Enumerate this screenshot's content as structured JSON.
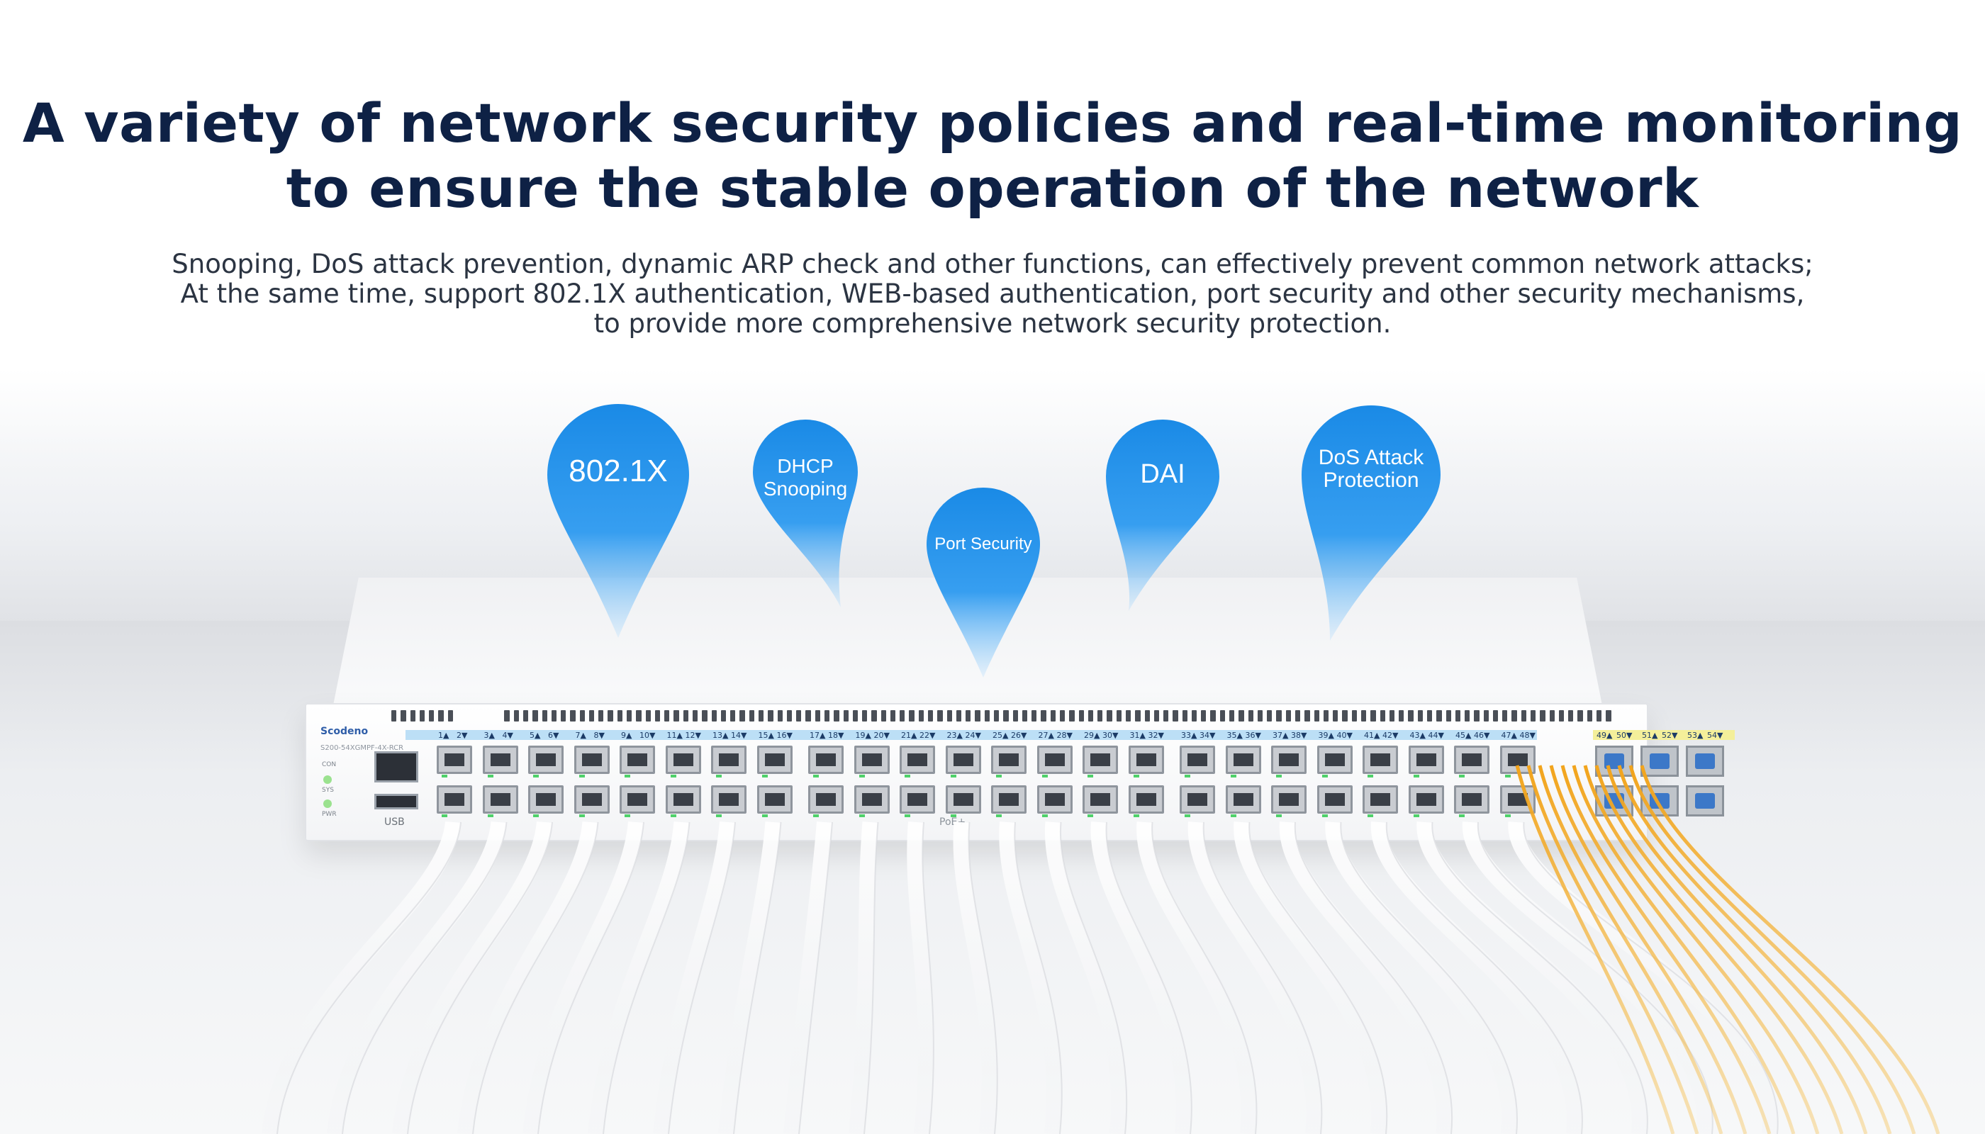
{
  "headline": {
    "line1": "A variety of network security policies and real-time monitoring",
    "line2": "to ensure the stable operation of the network"
  },
  "subtext": {
    "line1": "Snooping, DoS attack prevention, dynamic ARP check and other functions, can effectively prevent common network attacks;",
    "line2": "At the same time, support 802.1X authentication, WEB-based authentication, port security and other security mechanisms,",
    "line3": "to provide more comprehensive network security protection."
  },
  "features": [
    {
      "label": "802.1X"
    },
    {
      "label_line1": "DHCP",
      "label_line2": "Snooping"
    },
    {
      "label": "Port Security"
    },
    {
      "label": "DAI"
    },
    {
      "label_line1": "DoS Attack",
      "label_line2": "Protection"
    }
  ],
  "device": {
    "brand": "Scodeno",
    "model": "S200-54XGMPF-4X-RCR",
    "console_label": "CON",
    "sys_label": "SYS",
    "pwr_label": "PWR",
    "usb_label": "USB",
    "poe_label": "PoE+",
    "port_labels": [
      "1▲",
      "2▼",
      "3▲",
      "4▼",
      "5▲",
      "6▼",
      "7▲",
      "8▼",
      "9▲",
      "10▼",
      "11▲",
      "12▼",
      "13▲",
      "14▼",
      "15▲",
      "16▼",
      "17▲",
      "18▼",
      "19▲",
      "20▼",
      "21▲",
      "22▼",
      "23▲",
      "24▼",
      "25▲",
      "26▼",
      "27▲",
      "28▼",
      "29▲",
      "30▼",
      "31▲",
      "32▼",
      "33▲",
      "34▼",
      "35▲",
      "36▼",
      "37▲",
      "38▼",
      "39▲",
      "40▼",
      "41▲",
      "42▼",
      "43▲",
      "44▼",
      "45▲",
      "46▼",
      "47▲",
      "48▼"
    ],
    "sfp_labels": [
      "49▲",
      "50▼",
      "51▲",
      "52▼",
      "53▲",
      "54▼"
    ]
  },
  "colors": {
    "headline": "#0e2145",
    "pin_blue": "#1a8ae6",
    "fiber": "#f2a41c",
    "sfp_strip": "#f4ef9a",
    "rj_strip": "#bcdff6"
  }
}
